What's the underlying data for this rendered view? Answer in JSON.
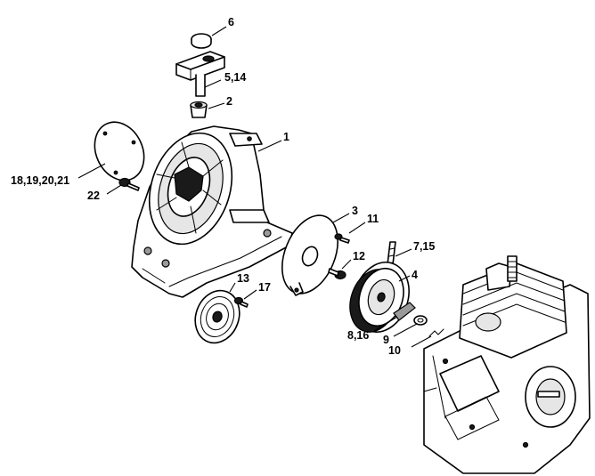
{
  "callouts": [
    {
      "id": "c6",
      "text": "6"
    },
    {
      "id": "c5_14",
      "text": "5,14"
    },
    {
      "id": "c2",
      "text": "2"
    },
    {
      "id": "c1",
      "text": "1"
    },
    {
      "id": "c18_21",
      "text": "18,19,20,21"
    },
    {
      "id": "c22",
      "text": "22"
    },
    {
      "id": "c3",
      "text": "3"
    },
    {
      "id": "c11",
      "text": "11"
    },
    {
      "id": "c7_15",
      "text": "7,15"
    },
    {
      "id": "c12",
      "text": "12"
    },
    {
      "id": "c4",
      "text": "4"
    },
    {
      "id": "c13",
      "text": "13"
    },
    {
      "id": "c17",
      "text": "17"
    },
    {
      "id": "c8_16",
      "text": "8,16"
    },
    {
      "id": "c9",
      "text": "9"
    },
    {
      "id": "c10",
      "text": "10"
    }
  ]
}
